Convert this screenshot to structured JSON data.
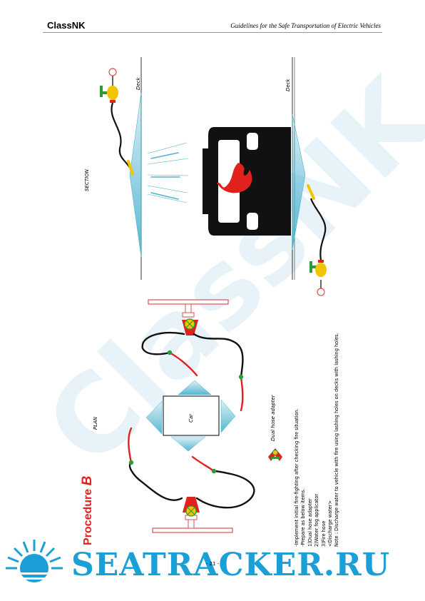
{
  "header": {
    "left": "ClassNK",
    "right": "Guidelines for the Safe Transportation of Electric Vehicles"
  },
  "procedure": {
    "word": "Procedure",
    "letter": "B"
  },
  "plan": {
    "title": "PLAN",
    "car_label": "Car",
    "adapter_label": "Dual hose adapter"
  },
  "section": {
    "title": "SECTION",
    "deck_upper": "Deck",
    "deck_lower": "Deck"
  },
  "notes": {
    "lines": [
      "-Implement initial fire-fighting after checking fire situation.",
      "-Prepare as below items.",
      "1)Dual hose adapter",
      "2)Water fog applicator",
      "3)Fire hose",
      "<Discharge water>",
      "Note : Discharge water to vehicle with fire using lashing holes on decks with lashing holes."
    ]
  },
  "page_number": "- 21 -",
  "watermark": "ClassNK",
  "site_logo": {
    "text": "SEATRACKER.RU",
    "color": "#1a9fd6"
  },
  "colors": {
    "accent_red": "#e0211d",
    "hose_green": "#2e9a3c",
    "spray_blue": "#4fb3cf",
    "nozzle_yellow": "#f2c500"
  }
}
